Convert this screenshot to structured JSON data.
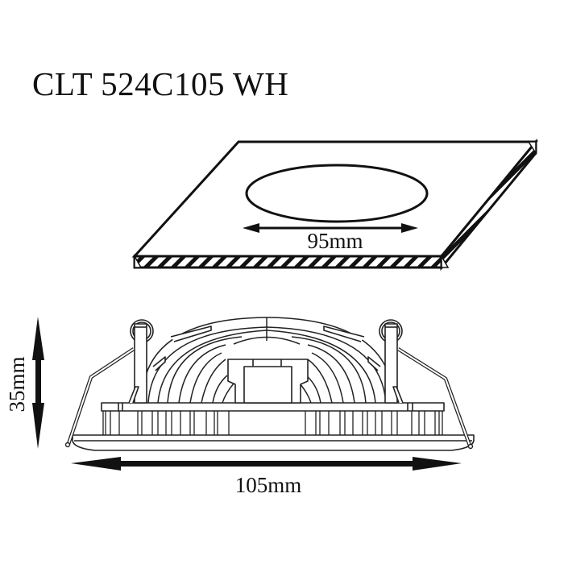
{
  "title": "CLT 524C105 WH",
  "colors": {
    "background": "#ffffff",
    "line": "#111111"
  },
  "cutout_view": {
    "description": "ceiling panel with circular cut-out hole",
    "dimension": {
      "label": "95mm",
      "value_mm": 95,
      "quantity": "cut-out diameter",
      "orientation": "horizontal"
    }
  },
  "side_view": {
    "description": "recessed downlight side elevation with spring clips",
    "width_dimension": {
      "label": "105mm",
      "value_mm": 105,
      "quantity": "overall diameter",
      "orientation": "horizontal"
    },
    "height_dimension": {
      "label": "35mm",
      "value_mm": 35,
      "quantity": "height",
      "orientation": "vertical"
    }
  }
}
